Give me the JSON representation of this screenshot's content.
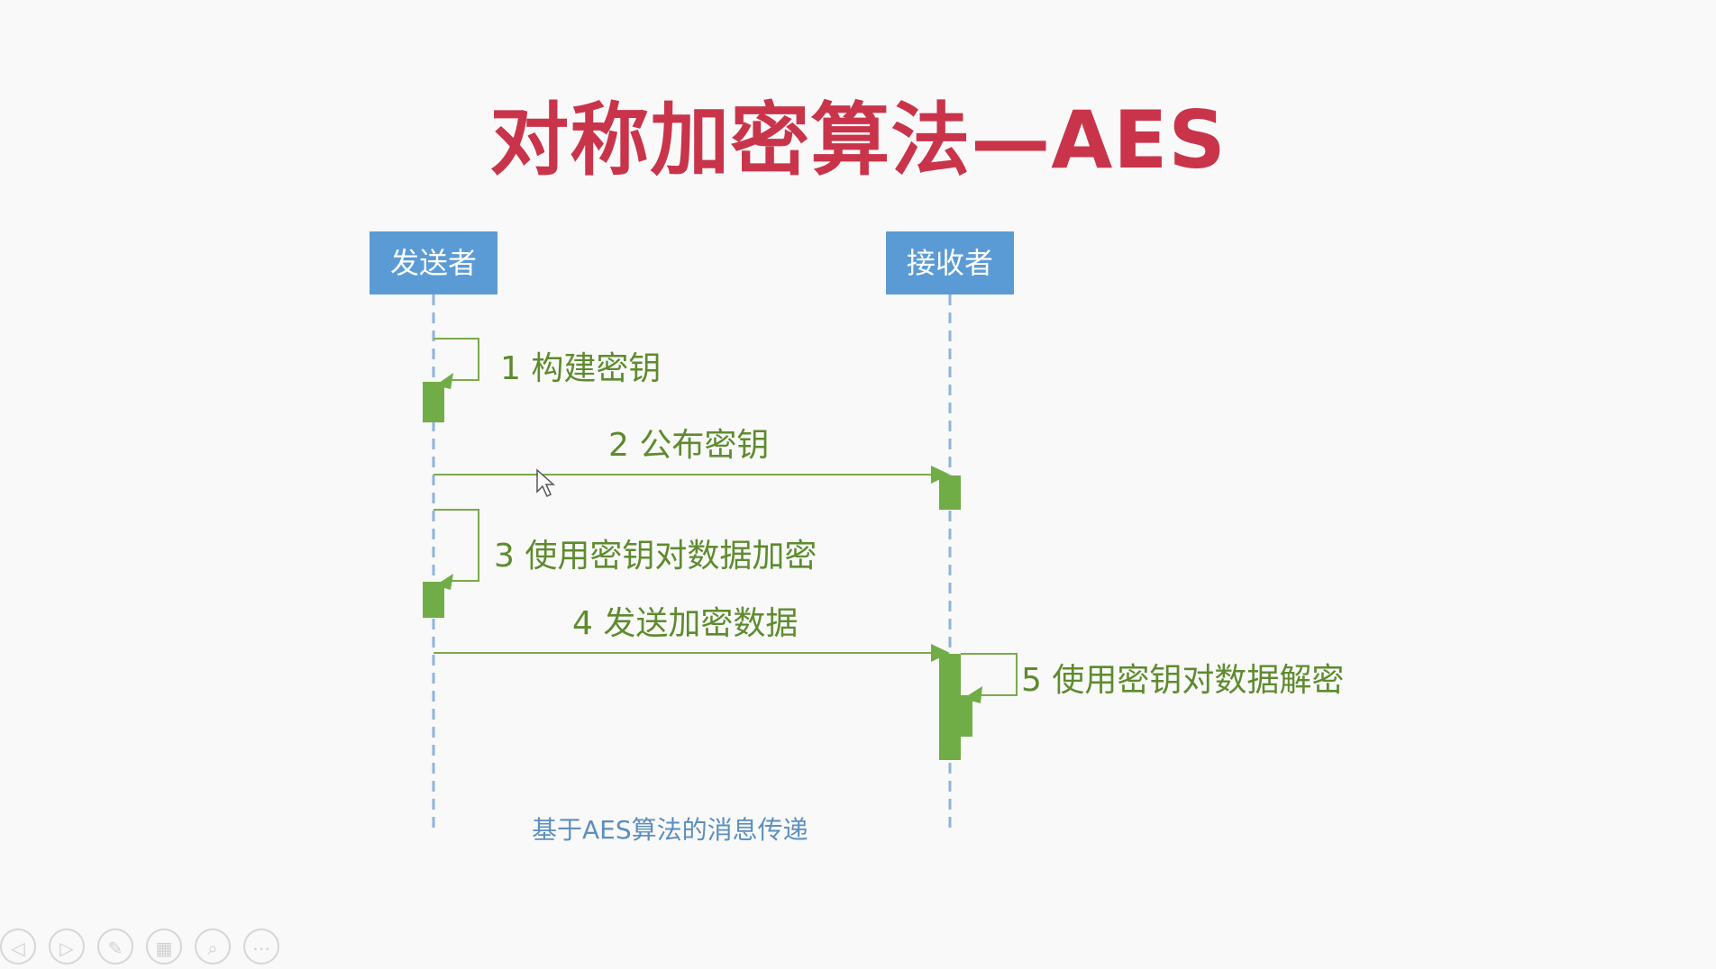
{
  "slide": {
    "title": "对称加密算法—AES",
    "caption": "基于AES算法的消息传递"
  },
  "actors": {
    "sender": "发送者",
    "receiver": "接收者"
  },
  "messages": [
    {
      "label": "1 构建密钥"
    },
    {
      "label": "2 公布密钥"
    },
    {
      "label": "3 使用密钥对数据加密"
    },
    {
      "label": "4 发送加密数据"
    },
    {
      "label": "5 使用密钥对数据解密"
    }
  ],
  "controls": [
    {
      "icon": "previous-icon",
      "glyph": "◁"
    },
    {
      "icon": "next-icon",
      "glyph": "▷"
    },
    {
      "icon": "pen-icon",
      "glyph": "✎"
    },
    {
      "icon": "slides-icon",
      "glyph": "▦"
    },
    {
      "icon": "zoom-icon",
      "glyph": "⌕"
    },
    {
      "icon": "more-icon",
      "glyph": "⋯"
    }
  ],
  "colors": {
    "title": "#c9344a",
    "actor": "#5b9bd5",
    "message": "#5e8b2e",
    "activation": "#70ad47",
    "lifeline": "#8eb4dc",
    "caption": "#5b8fbf"
  }
}
